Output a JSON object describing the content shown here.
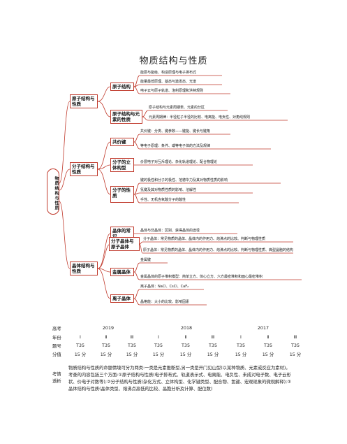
{
  "title": "物质结构与性质",
  "root": "物质结构与性质",
  "level1": {
    "atom": "原子结构与性质",
    "molecule": "分子结构与性质",
    "crystal": "晶体结构与性质"
  },
  "level2": {
    "atomic_structure": "原子结构",
    "atom_periodic": "原子结构与元素的性质",
    "covalent": "共价键",
    "mol_geometry": "分子的立体构型",
    "mol_property": "分子的性质",
    "crystal_common": "晶体的常识",
    "mol_atomic_crystal": "分子晶体与原子晶体",
    "metal_crystal": "金属晶体",
    "ionic_crystal": "离子晶体"
  },
  "leaves": {
    "a1": "能层与能级、构造原理与电子排布式",
    "a2": "能量最低原理、基态与激发态、光谱",
    "a3": "电子云与原子轨道、泡利原理和洪特规则",
    "a4": "原子结构与元素周期表、元素的分区",
    "a5": "元素周期律：半径粒子半径的比较、电离能、电负性、对角线规则",
    "b1": "共价键：分类、键参数——键能、键长与键角",
    "b2": "等电子原理：条件、或等电子体的方法及规律",
    "b3": "价层电子对互斥理论、杂化轨道理论、配合物理论",
    "b4": "键的极性和分子的极性、范德华力及其对物质性质的影响",
    "b5": "氢键及其对物质性质的影响、溶解性",
    "b6": "手性、无机含氧酸分子的酸性",
    "c1": "晶体与非晶体：区别、获得晶体的途径",
    "c2": "分子晶体：常见物质的晶体、晶体内的作用力、熔沸点的比较、判断与物理性质",
    "c3": "原子晶体：常见物质的晶体、晶体内的作用力、熔沸点的比较、判断与物理性质、典型晶胞的结构",
    "c4": "金属键",
    "c5": "金属晶体的原子堆积模型：简单立方、体心立方、六方最密堆积和面心最密堆积",
    "c6": "离子晶体：NaCl、CsCl、CaF₂",
    "c7": "晶格能：大小的比较、影响因素"
  },
  "table": {
    "row_labels": [
      "高考",
      "年份",
      "题号",
      "分值"
    ],
    "years": [
      "2019",
      "2018",
      "2017"
    ],
    "papers": [
      "Ⅰ",
      "Ⅱ",
      "Ⅲ",
      "Ⅰ",
      "Ⅱ",
      "Ⅲ",
      "Ⅰ",
      "Ⅱ",
      "Ⅲ"
    ],
    "questions": [
      "T35",
      "T35",
      "T35",
      "T35",
      "T35",
      "T35",
      "T35",
      "T35",
      "T35"
    ],
    "scores": [
      "15 分",
      "15 分",
      "15 分",
      "15 分",
      "15 分",
      "15 分",
      "15 分",
      "15 分",
      "15 分"
    ]
  },
  "exam_label": "考情透析",
  "exam_text": "物质结构与性质的命题情境可分为两类:一类是元素推断型,另一类是开门见山型(以某种物质、元素或反应为素材)。考查的内容包括三个方面:①原子结构与性质(电子排布式、轨道表示式、电离能、电负性、未成对电子数、电子云形状、价电子对数等);②分子结构与性质(杂化方式、立体构型、化学键类型、配合物、氢键、宏观现象的微观解释);③晶体结构与性质(晶体类型、熔沸点高低的比较、晶胞分析及计算、配位数)"
}
